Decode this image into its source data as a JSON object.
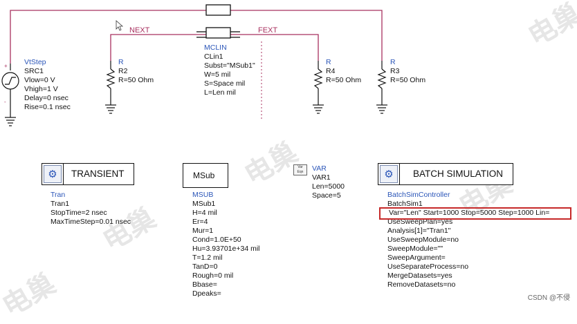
{
  "wires": {
    "left_net": "NEXT",
    "right_net": "FEXT"
  },
  "vsource": {
    "type": "VtStep",
    "name": "SRC1",
    "params": [
      "Vlow=0 V",
      "Vhigh=1 V",
      "Delay=0 nsec",
      "Rise=0.1 nsec"
    ]
  },
  "resistors": [
    {
      "type": "R",
      "name": "R2",
      "value": "R=50 Ohm"
    },
    {
      "type": "R",
      "name": "R4",
      "value": "R=50 Ohm"
    },
    {
      "type": "R",
      "name": "R3",
      "value": "R=50 Ohm"
    }
  ],
  "coupled_line": {
    "type": "MCLIN",
    "name": "CLin1",
    "params": [
      "Subst=\"MSub1\"",
      "W=5 mil",
      "S=Space mil",
      "L=Len mil"
    ]
  },
  "transient": {
    "title": "TRANSIENT",
    "type": "Tran",
    "name": "Tran1",
    "params": [
      "StopTime=2 nsec",
      "MaxTimeStep=0.01 nsec"
    ]
  },
  "msub": {
    "title": "MSub",
    "type": "MSUB",
    "name": "MSub1",
    "params": [
      "H=4 mil",
      "Er=4",
      "Mur=1",
      "Cond=1.0E+50",
      "Hu=3.93701e+34 mil",
      "T=1.2 mil",
      "TanD=0",
      "Rough=0 mil",
      "Bbase=",
      "Dpeaks="
    ]
  },
  "var": {
    "icon_text": [
      "Var",
      "Eqn"
    ],
    "type": "VAR",
    "name": "VAR1",
    "params": [
      "Len=5000",
      "Space=5"
    ]
  },
  "batch": {
    "title": "BATCH SIMULATION",
    "type": "BatchSimController",
    "name": "BatchSim1",
    "highlighted": "Var=\"Len\" Start=1000 Stop=5000 Step=1000 Lin=",
    "params": [
      "UseSweepPlan=yes",
      "Analysis[1]=\"Tran1\"",
      "UseSweepModule=no",
      "SweepModule=\"\"",
      "SweepArgument=",
      "UseSeparateProcess=no",
      "MergeDatasets=yes",
      "RemoveDatasets=no"
    ]
  },
  "watermark": "电巢",
  "credit": "CSDN @不侵",
  "colors": {
    "wire": "#a8305f",
    "component": "#2a55b8",
    "highlight": "#c62828"
  }
}
